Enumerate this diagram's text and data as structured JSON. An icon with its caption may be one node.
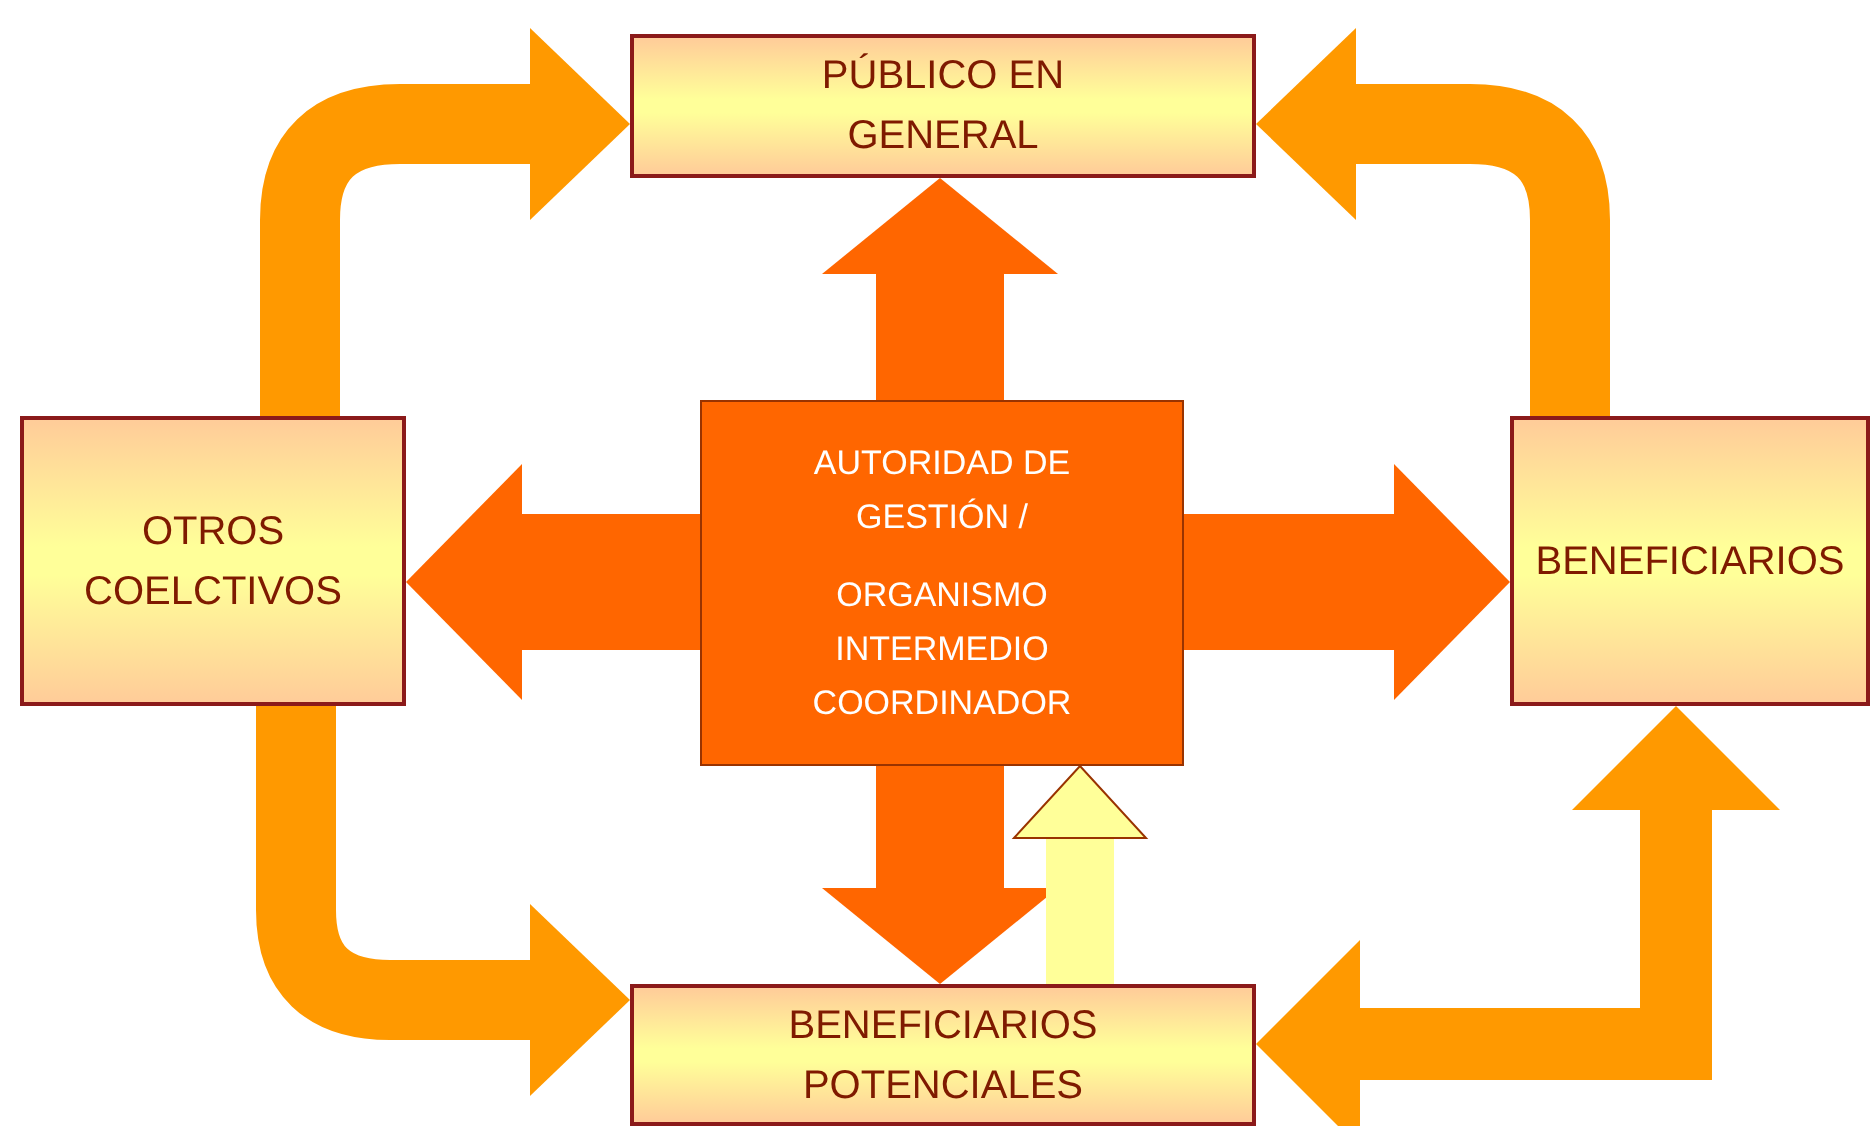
{
  "diagram": {
    "nodes": [
      {
        "text": [
          "PÚBLICO EN GENERAL"
        ]
      },
      {
        "text": [
          "OTROS COELCTIVOS"
        ]
      },
      {
        "text": [
          "AUTORIDAD DE GESTIÓN /",
          "ORGANISMO INTERMEDIO COORDINADOR"
        ]
      },
      {
        "text": [
          "BENEFICIARIOS"
        ]
      },
      {
        "text": [
          "BENEFICIARIOS POTENCIALES"
        ]
      }
    ],
    "edges": [
      {
        "from": 2,
        "to": 0,
        "arrow": "to",
        "color": "#ff6600"
      },
      {
        "from": 2,
        "to": 1,
        "arrow": "to",
        "color": "#ff6600"
      },
      {
        "from": 2,
        "to": 3,
        "arrow": "to",
        "color": "#ff6600"
      },
      {
        "from": 2,
        "to": 4,
        "arrow": "to",
        "color": "#ff6600"
      },
      {
        "from": 4,
        "to": 2,
        "arrow": "to",
        "color": "#ffff99"
      },
      {
        "from": 1,
        "to": 0,
        "arrow": "to"
      },
      {
        "from": 3,
        "to": 0,
        "arrow": "to"
      },
      {
        "from": 1,
        "to": 4,
        "arrow": "to"
      },
      {
        "from": 4,
        "to": 3,
        "arrow": "both"
      }
    ]
  }
}
